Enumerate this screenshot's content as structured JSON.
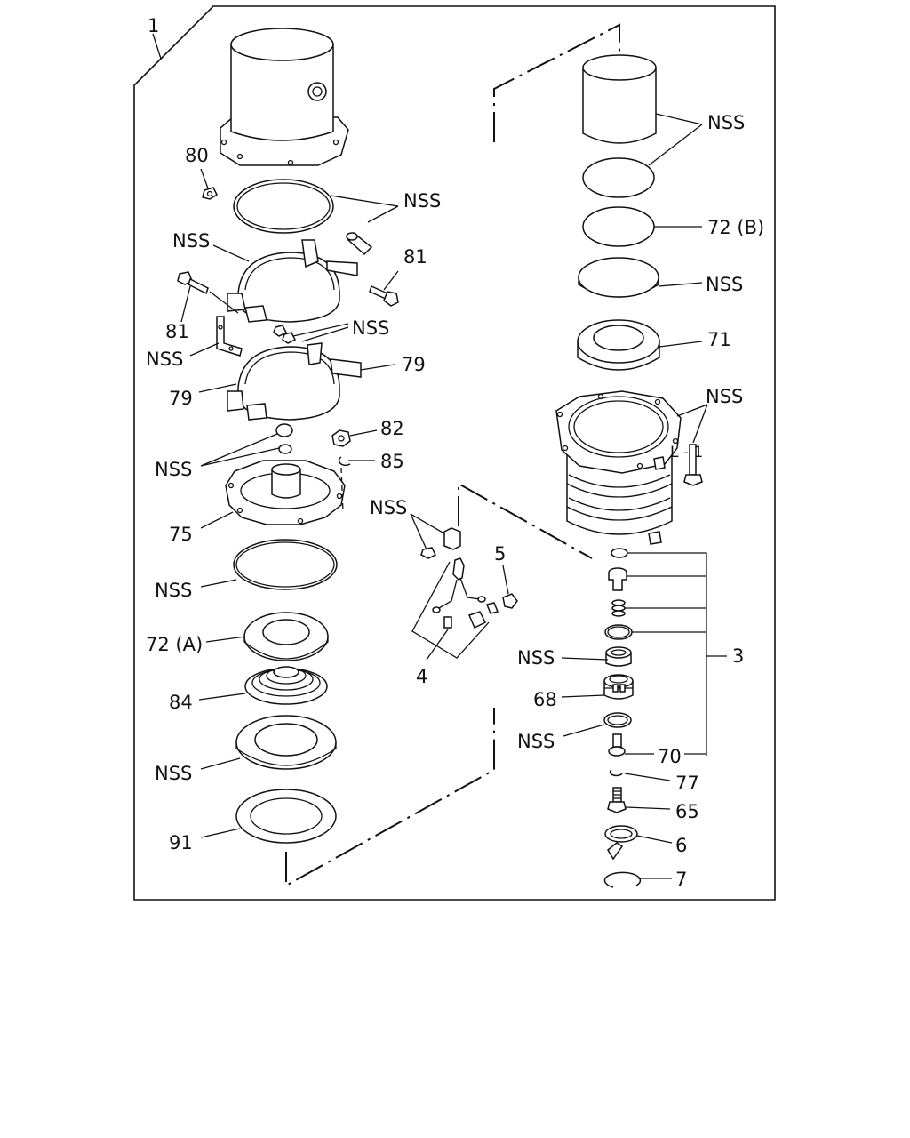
{
  "diagram": {
    "labels": {
      "assembly": "1",
      "p80": "80",
      "nss_gasket_top_left": "NSS",
      "nss_band_upper": "NSS",
      "p81_right": "81",
      "p81_left": "81",
      "nss_nut_upper": "NSS",
      "nss_bracket_left": "NSS",
      "p79_right": "79",
      "p79_left": "79",
      "p82": "82",
      "p85": "85",
      "nss_cap": "NSS",
      "p75": "75",
      "nss_oring_left": "NSS",
      "p72a": "72 (A)",
      "p84": "84",
      "nss_ring_left": "NSS",
      "p91": "91",
      "nss_cylinder_right": "NSS",
      "p72b": "72 (B)",
      "nss_disc_right": "NSS",
      "p71": "71",
      "nss_housing_right": "NSS",
      "l1": "L - 1",
      "nss_sensor": "NSS",
      "p5": "5",
      "p4": "4",
      "p3": "3",
      "nss_valve_seat": "NSS",
      "p68": "68",
      "nss_valve_washer": "NSS",
      "p70": "70",
      "p77": "77",
      "p65": "65",
      "p6": "6",
      "p7": "7"
    }
  }
}
